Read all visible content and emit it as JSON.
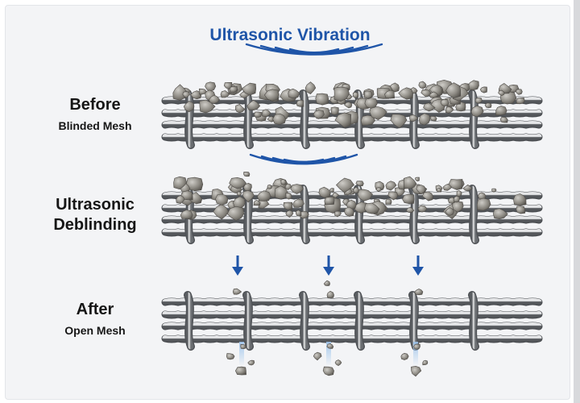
{
  "title": "Ultrasonic Vibration",
  "stages": [
    {
      "id": "before",
      "label": "Before",
      "sublabel": "Blinded Mesh"
    },
    {
      "id": "deblinding",
      "label": "Ultrasonic Deblinding",
      "sublabel": ""
    },
    {
      "id": "after",
      "label": "After",
      "sublabel": "Open Mesh"
    }
  ],
  "colors": {
    "accent": "#1f55a8",
    "wire": "#8a8d92",
    "particle": "#8c8982",
    "arrow": "#1f55a8"
  },
  "icons": [
    "vibration-waves-icon",
    "down-arrow-icon"
  ]
}
